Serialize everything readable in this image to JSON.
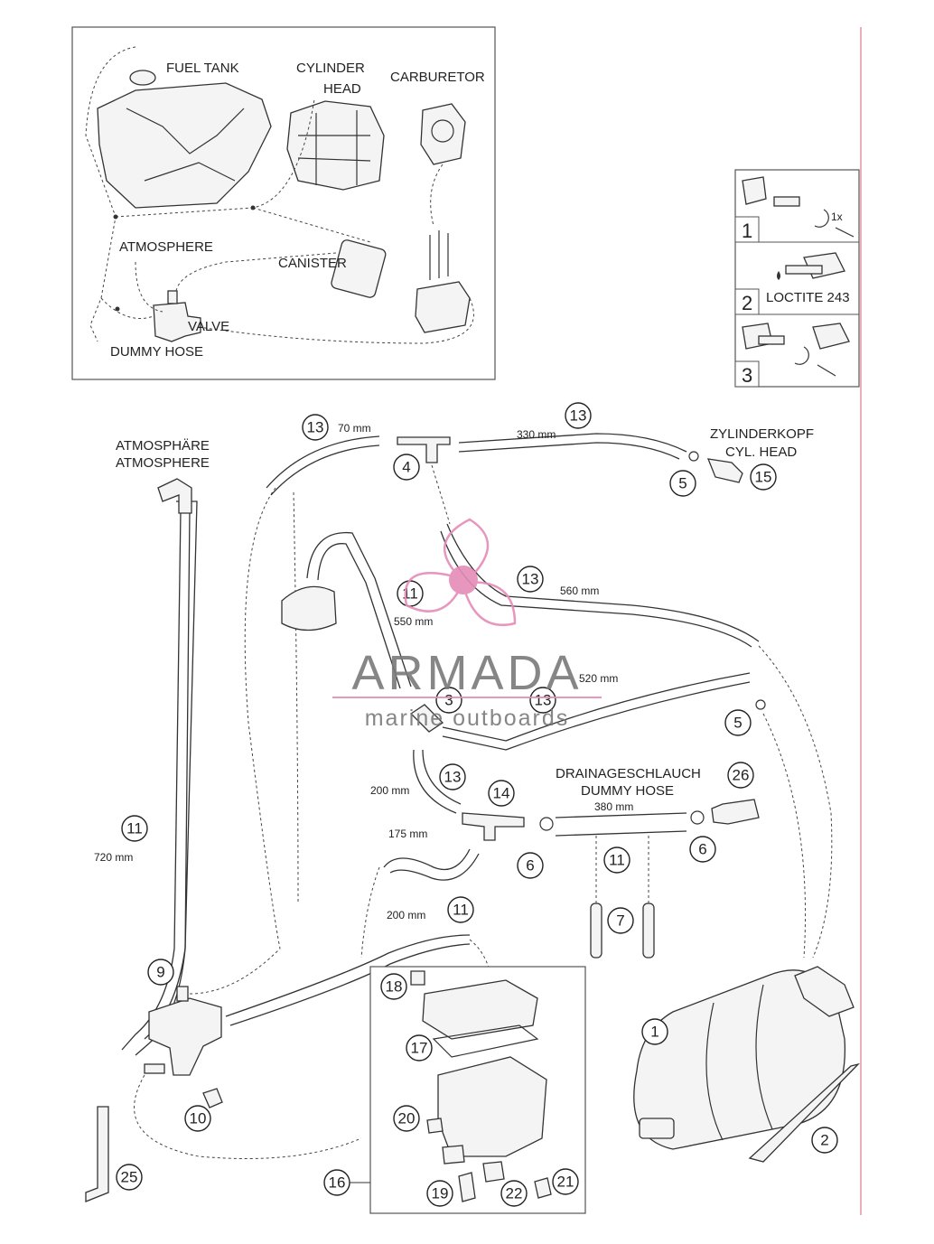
{
  "overview": {
    "fuel_tank": "FUEL TANK",
    "cylinder_head_1": "CYLINDER",
    "cylinder_head_2": "HEAD",
    "carburetor": "CARBURETOR",
    "atmosphere": "ATMOSPHERE",
    "canister": "CANISTER",
    "valve": "VALVE",
    "dummy_hose": "DUMMY HOSE"
  },
  "steps": [
    {
      "num": "1",
      "note": "1x"
    },
    {
      "num": "2",
      "note": "LOCTITE 243"
    },
    {
      "num": "3",
      "note": ""
    }
  ],
  "labels": {
    "atmosphaere": "ATMOSPHÄRE",
    "atmosphere": "ATMOSPHERE",
    "zylinderkopf": "ZYLINDERKOPF",
    "cyl_head": "CYL. HEAD",
    "drainage": "DRAINAGESCHLAUCH",
    "dummy_hose": "DUMMY HOSE"
  },
  "dimensions": {
    "d70": "70 mm",
    "d330": "330 mm",
    "d560": "560 mm",
    "d550": "550 mm",
    "d520": "520 mm",
    "d200a": "200 mm",
    "d380": "380 mm",
    "d175": "175 mm",
    "d720": "720 mm",
    "d200b": "200 mm"
  },
  "callouts": {
    "c13a": "13",
    "c4": "4",
    "c13b": "13",
    "c5a": "5",
    "c15": "15",
    "c11a": "11",
    "c13c": "13",
    "c3": "3",
    "c13d": "13",
    "c5b": "5",
    "c13e": "13",
    "c14": "14",
    "c26": "26",
    "c6a": "6",
    "c11b": "11",
    "c6b": "6",
    "c11c": "11",
    "c7": "7",
    "c11d": "11",
    "c9": "9",
    "c18": "18",
    "c17": "17",
    "c20": "20",
    "c10": "10",
    "c25": "25",
    "c16": "16",
    "c19": "19",
    "c22": "22",
    "c21": "21",
    "c1": "1",
    "c2": "2"
  },
  "watermark": {
    "brand": "ARMADA",
    "tagline": "marine outboards",
    "logo_color": "#e58bb6"
  }
}
